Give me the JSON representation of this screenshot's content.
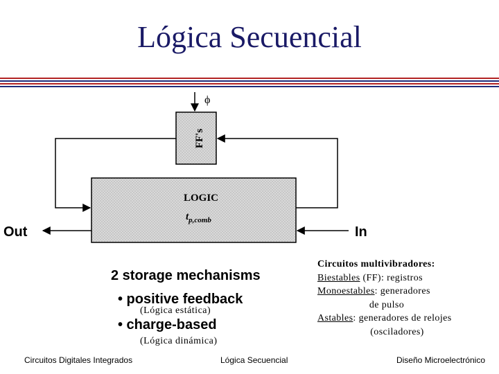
{
  "title": "Lógica Secuencial",
  "colors": {
    "title": "#1a1a66",
    "rule_red": "#b22222",
    "rule_blue": "#1f2a7a",
    "logic_fill": "#d9d9d9"
  },
  "diagram": {
    "ff_label": "FF's",
    "clock_symbol": "ϕ",
    "logic_label": "LOGIC",
    "logic_delay_main": "t",
    "logic_delay_sub": "p,comb",
    "out_label": "Out",
    "in_label": "In"
  },
  "mechanisms": {
    "heading": "2 storage mechanisms",
    "items": [
      {
        "label": "• positive feedback",
        "note": "(Lógica estática)"
      },
      {
        "label": "• charge-based",
        "note": "(Lógica dinámica)"
      }
    ]
  },
  "multivibrators": {
    "heading": "Circuitos multivibradores:",
    "bistable_term": "Biestables",
    "bistable_rest": " (FF): registros",
    "monostable_term": "Monoestables",
    "monostable_rest": ": generadores",
    "monostable_cont": "de pulso",
    "astable_term": "Astables",
    "astable_rest": ": generadores de relojes",
    "astable_cont": "(osciladores)"
  },
  "footer": {
    "left": "Circuitos Digitales Integrados",
    "center": "Lógica Secuencial",
    "right": "Diseño Microelectrónico"
  }
}
